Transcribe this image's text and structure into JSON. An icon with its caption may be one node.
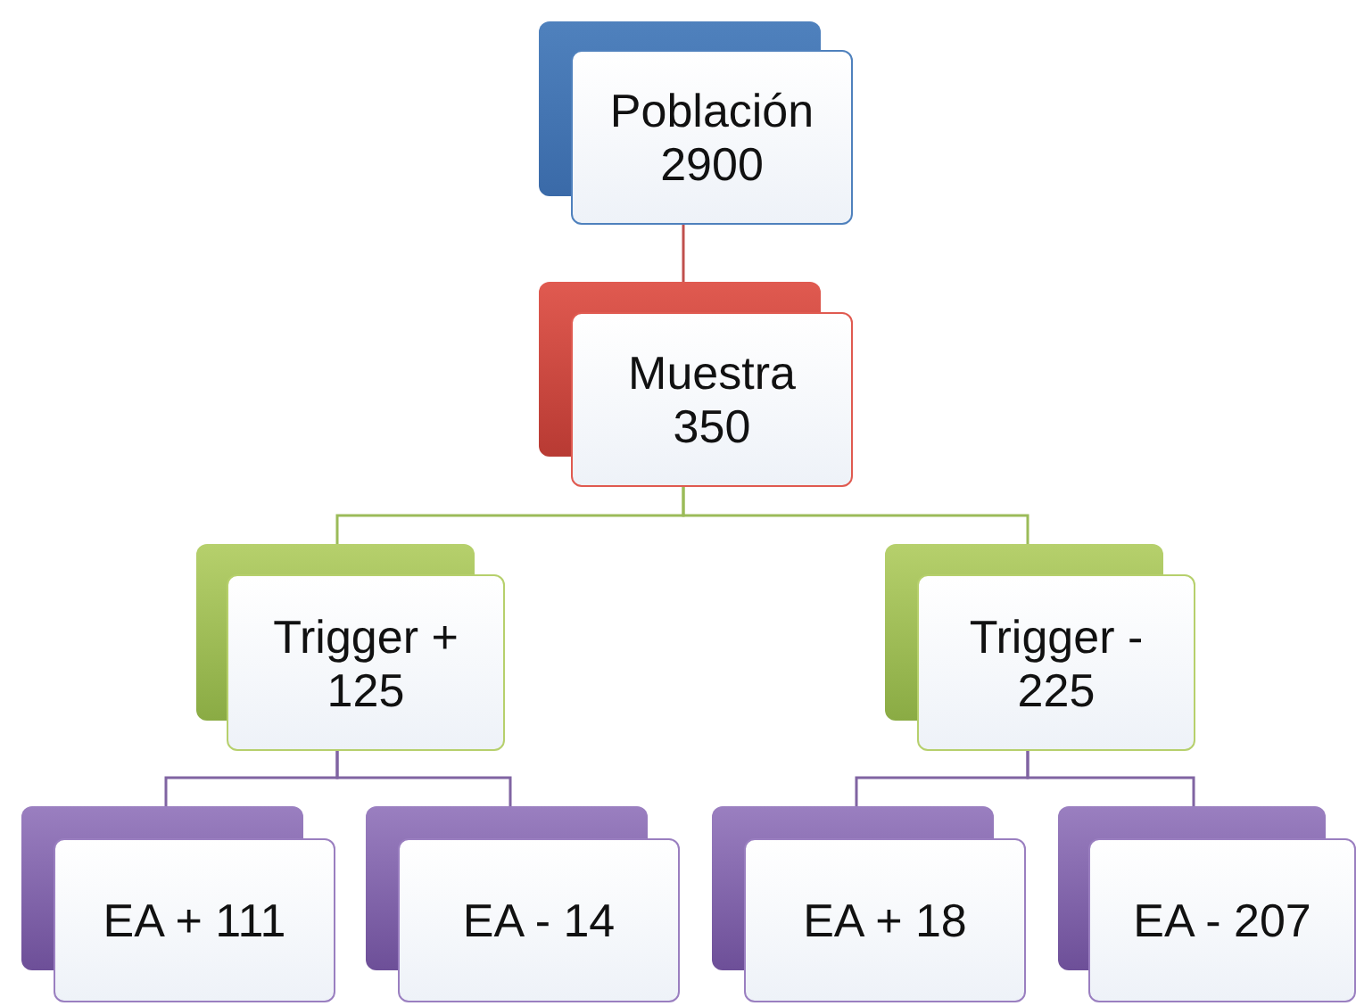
{
  "diagram": {
    "nodes": [
      {
        "text": [
          "Población 2900"
        ]
      },
      {
        "text": [
          "Muestra 350"
        ]
      },
      {
        "text": [
          "Trigger + 125"
        ]
      },
      {
        "text": [
          "Trigger - 225"
        ]
      },
      {
        "text": [
          "EA + 111"
        ]
      },
      {
        "text": [
          "EA - 14"
        ]
      },
      {
        "text": [
          "EA + 18"
        ]
      },
      {
        "text": [
          "EA - 207"
        ]
      }
    ],
    "edges": [
      {
        "from": 0,
        "to": 1,
        "arrow": "none",
        "color": "#c0504d"
      },
      {
        "from": 1,
        "to": 2,
        "arrow": "none",
        "color": "#9bbb59"
      },
      {
        "from": 1,
        "to": 3,
        "arrow": "none",
        "color": "#9bbb59"
      },
      {
        "from": 2,
        "to": 4,
        "arrow": "none"
      },
      {
        "from": 2,
        "to": 5,
        "arrow": "none"
      },
      {
        "from": 3,
        "to": 6,
        "arrow": "none"
      },
      {
        "from": 3,
        "to": 7,
        "arrow": "none"
      }
    ]
  }
}
